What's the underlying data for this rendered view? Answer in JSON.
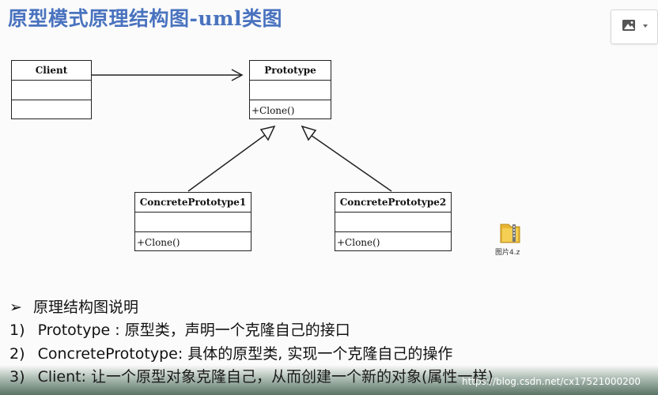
{
  "title": "原型模式原理结构图-uml类图",
  "diagram": {
    "classes": {
      "client": {
        "name": "Client"
      },
      "prototype": {
        "name": "Prototype",
        "operation": "+Clone()"
      },
      "concrete1": {
        "name": "ConcretePrototype1",
        "operation": "+Clone()"
      },
      "concrete2": {
        "name": "ConcretePrototype2",
        "operation": "+Clone()"
      }
    }
  },
  "file_icon": {
    "label": "图片4.z",
    "icon": "folder-zip-icon"
  },
  "description": {
    "heading_bullet": "➢",
    "heading": "原理结构图说明",
    "items": [
      {
        "num": "1)",
        "term": "Prototype",
        "text": " : 原型类，声明一个克隆自己的接口"
      },
      {
        "num": "2)",
        "term": "ConcretePrototype",
        "text": ": 具体的原型类, 实现一个克隆自己的操作"
      },
      {
        "num": "3)",
        "term": "Client",
        "text": ": 让一个原型对象克隆自己，从而创建一个新的对象(属性一样)"
      }
    ]
  },
  "watermark": "https://blog.csdn.net/cx17521000200",
  "toolbar": {
    "icon": "image-icon"
  },
  "colors": {
    "title": "#4a73bf",
    "line": "#222222"
  }
}
